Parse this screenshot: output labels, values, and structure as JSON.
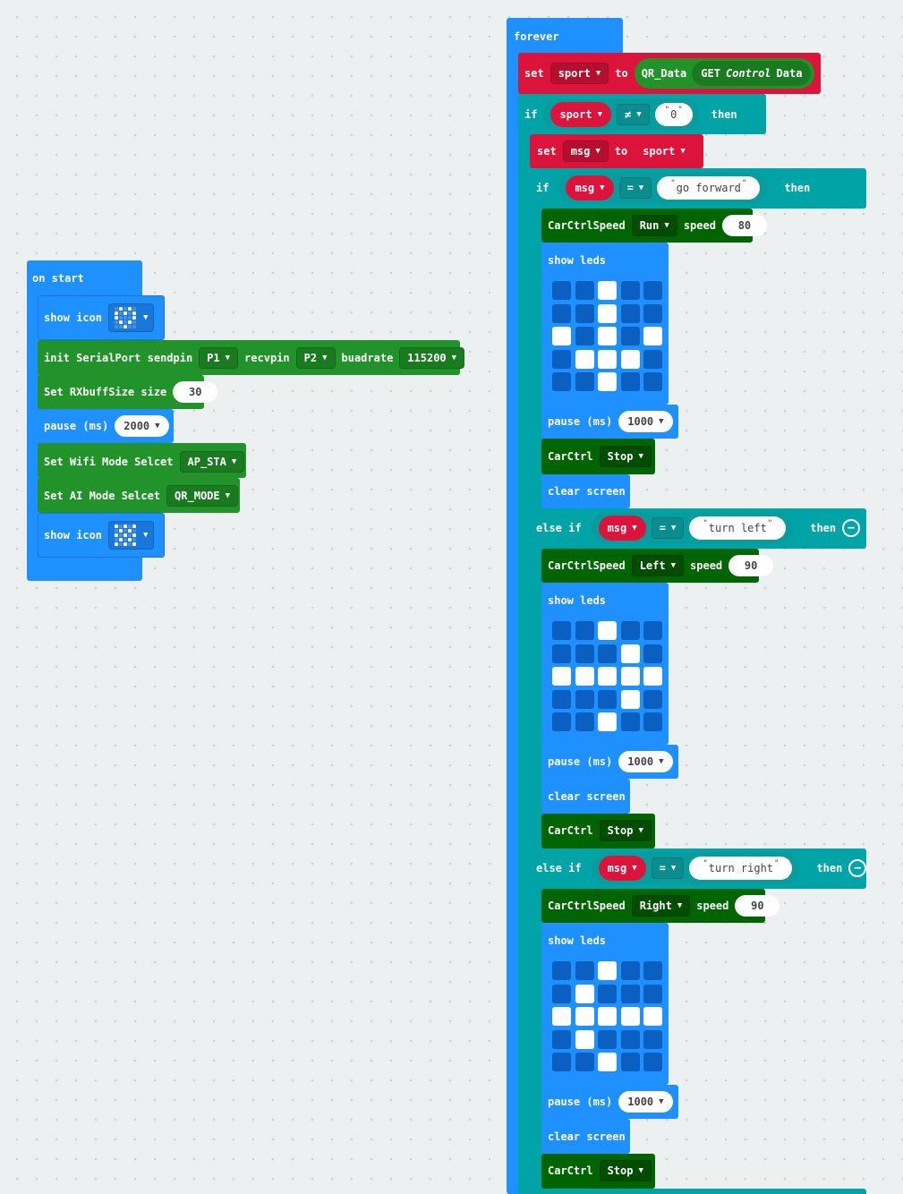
{
  "on_start": {
    "hat_label": "on start",
    "show_icon_label": "show icon",
    "icon1": [
      0,
      1,
      0,
      1,
      0,
      1,
      0,
      1,
      0,
      1,
      1,
      0,
      0,
      0,
      1,
      0,
      1,
      0,
      1,
      0,
      0,
      0,
      1,
      0,
      0
    ],
    "init_label": "init SerialPort sendpin",
    "sendpin": "P1",
    "recvpin_label": "recvpin",
    "recvpin": "P2",
    "baud_label": "buadrate",
    "baud": "115200",
    "rxbuff_label": "Set RXbuffSize size",
    "rxbuff": "30",
    "pause_label": "pause (ms)",
    "pause_val": "2000",
    "wifi_label": "Set Wifi Mode Selcet",
    "wifi_val": "AP_STA",
    "ai_label": "Set AI Mode Selcet",
    "ai_val": "QR_MODE",
    "icon2": [
      1,
      0,
      1,
      0,
      1,
      0,
      1,
      0,
      1,
      0,
      1,
      0,
      1,
      0,
      1,
      0,
      1,
      0,
      1,
      0,
      1,
      0,
      1,
      0,
      1
    ]
  },
  "forever": {
    "hat_label": "forever",
    "set_label": "set",
    "to_label": "to",
    "sport_var": "sport",
    "qr_label": "QR_Data",
    "get_label": "GET",
    "control_label": "Control",
    "data_label": "Data",
    "if_label": "if",
    "then_label": "then",
    "neq_op": "≠",
    "eq_op": "=",
    "zero_str": "0",
    "msg_var": "msg",
    "else_if_label": "else if",
    "carspeed_label": "CarCtrlSpeed",
    "speed_label": "speed",
    "show_leds_label": "show leds",
    "pause_label": "pause (ms)",
    "pause_val": "1000",
    "carctrl_label": "CarCtrl",
    "stop_val": "Stop",
    "clear_label": "clear screen",
    "branches": [
      {
        "cond": "go forward",
        "dir": "Run",
        "speed": "80",
        "leds": [
          0,
          0,
          1,
          0,
          0,
          0,
          0,
          1,
          0,
          0,
          1,
          0,
          1,
          0,
          1,
          0,
          1,
          1,
          1,
          0,
          0,
          0,
          1,
          0,
          0
        ]
      },
      {
        "cond": "turn left",
        "dir": "Left",
        "speed": "90",
        "leds": [
          0,
          0,
          1,
          0,
          0,
          0,
          0,
          0,
          1,
          0,
          1,
          1,
          1,
          1,
          1,
          0,
          0,
          0,
          1,
          0,
          0,
          0,
          1,
          0,
          0
        ]
      },
      {
        "cond": "turn right",
        "dir": "Right",
        "speed": "90",
        "leds": [
          0,
          0,
          1,
          0,
          0,
          0,
          1,
          0,
          0,
          0,
          1,
          1,
          1,
          1,
          1,
          0,
          1,
          0,
          0,
          0,
          0,
          0,
          1,
          0,
          0
        ]
      }
    ]
  }
}
